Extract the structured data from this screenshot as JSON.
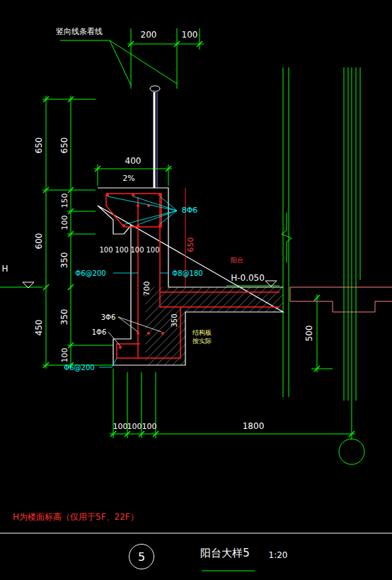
{
  "diagram": {
    "title": "阳台大样5",
    "nodes": [
      {
        "text": [
          "5"
        ]
      }
    ],
    "labels": [
      "竖向线条看线",
      "200",
      "100",
      "650",
      "650",
      "600",
      "450",
      "400",
      "2%",
      "150",
      "100",
      "350",
      "350",
      "100",
      "100",
      "100",
      "100",
      "100",
      "8Φ6",
      "650",
      "Φ6@200",
      "Φ8@180",
      "700",
      "3Φ6",
      "1Φ6",
      "Φ6@200",
      "350",
      "结构板",
      "按实际",
      "阳台",
      "H-0.050",
      "H",
      "500",
      "100",
      "100",
      "100",
      "1800",
      "H为楼面标高（仅用于5F、22F）",
      "1:20"
    ]
  }
}
